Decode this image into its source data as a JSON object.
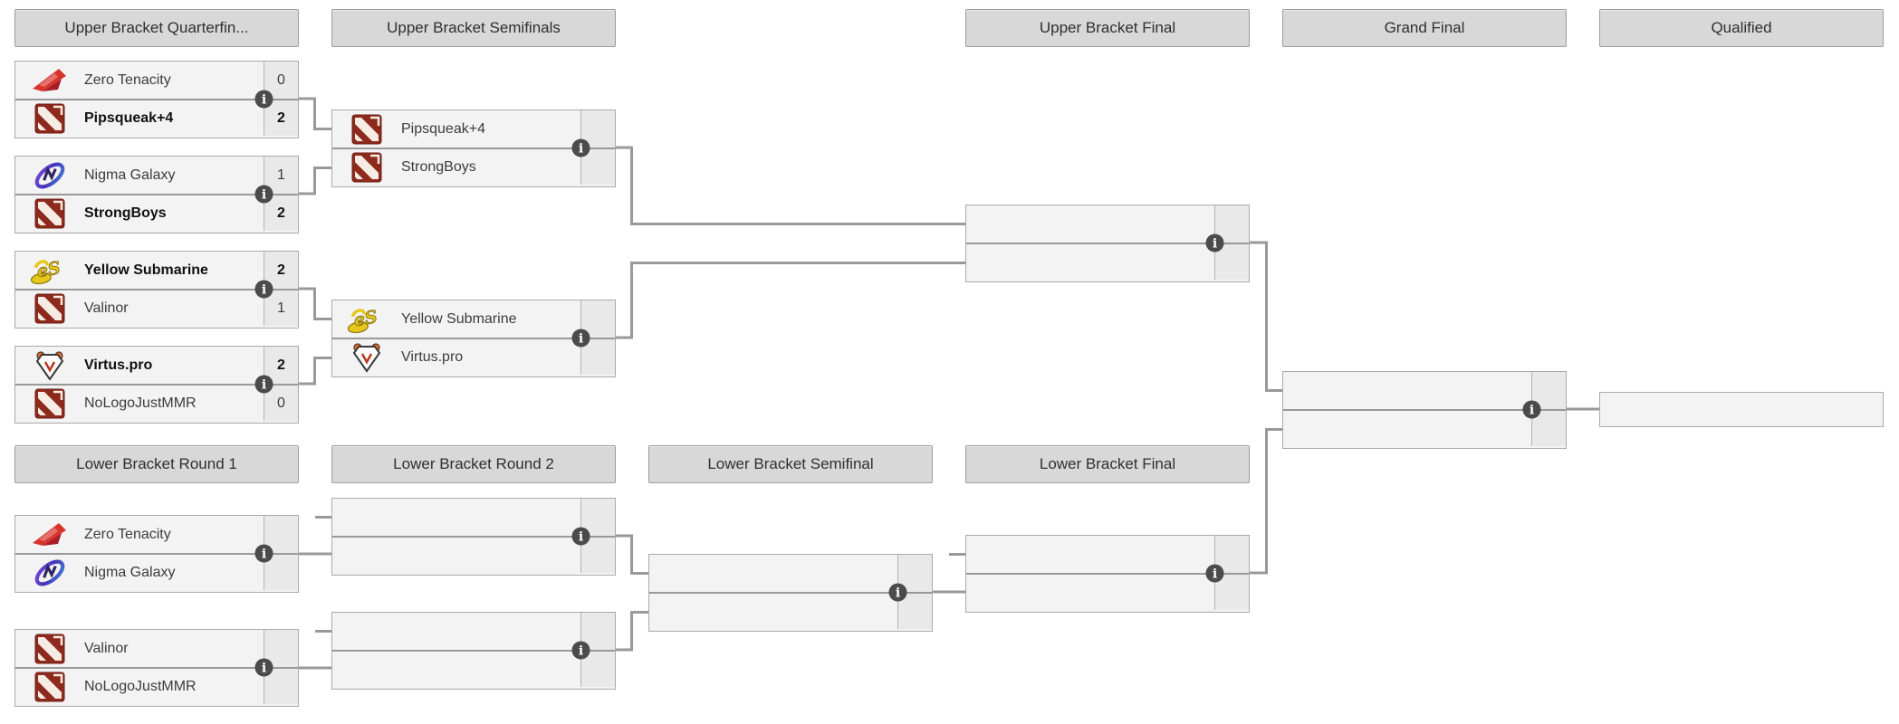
{
  "page": {
    "type": "double-elimination-bracket"
  },
  "colors": {
    "background": "#ffffff",
    "header_bg": "#d8d8d8",
    "header_border": "#9c9c9c",
    "header_text": "#2f2f2f",
    "box_bg": "#f3f3f3",
    "box_border": "#aaaaaa",
    "score_bg": "#e9e9e9",
    "row_divider": "#999999",
    "connector": "#999999",
    "info_icon_bg": "#4b4b4b",
    "team_text": "#3c3c3c",
    "winner_text": "#111111",
    "dota_red": "#8e2a1d",
    "zero_tenacity_red": "#d8342c",
    "nigma_purple": "#5b3fd4",
    "yellow_submarine_yellow": "#e8c71d",
    "virtuspro_orange": "#ff6b17"
  },
  "headers": {
    "ub_quarterfinals": "Upper Bracket Quarterfin...",
    "ub_semifinals": "Upper Bracket Semifinals",
    "ub_final": "Upper Bracket Final",
    "grand_final": "Grand Final",
    "qualified": "Qualified",
    "lb_round1": "Lower Bracket Round 1",
    "lb_round2": "Lower Bracket Round 2",
    "lb_semifinal": "Lower Bracket Semifinal",
    "lb_final": "Lower Bracket Final"
  },
  "info_icon": {
    "glyph": "i"
  },
  "matches": {
    "ubqf1": {
      "top": {
        "team": "Zero Tenacity",
        "score": "0",
        "logo": "zero-tenacity",
        "winner": false
      },
      "bottom": {
        "team": "Pipsqueak+4",
        "score": "2",
        "logo": "dota2",
        "winner": true
      }
    },
    "ubqf2": {
      "top": {
        "team": "Nigma Galaxy",
        "score": "1",
        "logo": "nigma-galaxy",
        "winner": false
      },
      "bottom": {
        "team": "StrongBoys",
        "score": "2",
        "logo": "dota2",
        "winner": true
      }
    },
    "ubqf3": {
      "top": {
        "team": "Yellow Submarine",
        "score": "2",
        "logo": "yellow-submarine",
        "winner": true
      },
      "bottom": {
        "team": "Valinor",
        "score": "1",
        "logo": "dota2",
        "winner": false
      }
    },
    "ubqf4": {
      "top": {
        "team": "Virtus.pro",
        "score": "2",
        "logo": "virtuspro",
        "winner": true
      },
      "bottom": {
        "team": "NoLogoJustMMR",
        "score": "0",
        "logo": "dota2",
        "winner": false
      }
    },
    "ubsf1": {
      "top": {
        "team": "Pipsqueak+4",
        "score": "",
        "logo": "dota2",
        "winner": false
      },
      "bottom": {
        "team": "StrongBoys",
        "score": "",
        "logo": "dota2",
        "winner": false
      }
    },
    "ubsf2": {
      "top": {
        "team": "Yellow Submarine",
        "score": "",
        "logo": "yellow-submarine",
        "winner": false
      },
      "bottom": {
        "team": "Virtus.pro",
        "score": "",
        "logo": "virtuspro",
        "winner": false
      }
    },
    "ub_final": {
      "top": {
        "team": "",
        "score": "",
        "logo": "",
        "winner": false
      },
      "bottom": {
        "team": "",
        "score": "",
        "logo": "",
        "winner": false
      }
    },
    "grand_final": {
      "top": {
        "team": "",
        "score": "",
        "logo": "",
        "winner": false
      },
      "bottom": {
        "team": "",
        "score": "",
        "logo": "",
        "winner": false
      }
    },
    "lbr1m1": {
      "top": {
        "team": "Zero Tenacity",
        "score": "",
        "logo": "zero-tenacity",
        "winner": false
      },
      "bottom": {
        "team": "Nigma Galaxy",
        "score": "",
        "logo": "nigma-galaxy",
        "winner": false
      }
    },
    "lbr1m2": {
      "top": {
        "team": "Valinor",
        "score": "",
        "logo": "dota2",
        "winner": false
      },
      "bottom": {
        "team": "NoLogoJustMMR",
        "score": "",
        "logo": "dota2",
        "winner": false
      }
    },
    "lbr2m1": {
      "top": {
        "team": "",
        "score": "",
        "logo": "",
        "winner": false
      },
      "bottom": {
        "team": "",
        "score": "",
        "logo": "",
        "winner": false
      }
    },
    "lbr2m2": {
      "top": {
        "team": "",
        "score": "",
        "logo": "",
        "winner": false
      },
      "bottom": {
        "team": "",
        "score": "",
        "logo": "",
        "winner": false
      }
    },
    "lb_semifinal": {
      "top": {
        "team": "",
        "score": "",
        "logo": "",
        "winner": false
      },
      "bottom": {
        "team": "",
        "score": "",
        "logo": "",
        "winner": false
      }
    },
    "lb_final": {
      "top": {
        "team": "",
        "score": "",
        "logo": "",
        "winner": false
      },
      "bottom": {
        "team": "",
        "score": "",
        "logo": "",
        "winner": false
      }
    }
  },
  "qualified_slot": {
    "team": ""
  }
}
